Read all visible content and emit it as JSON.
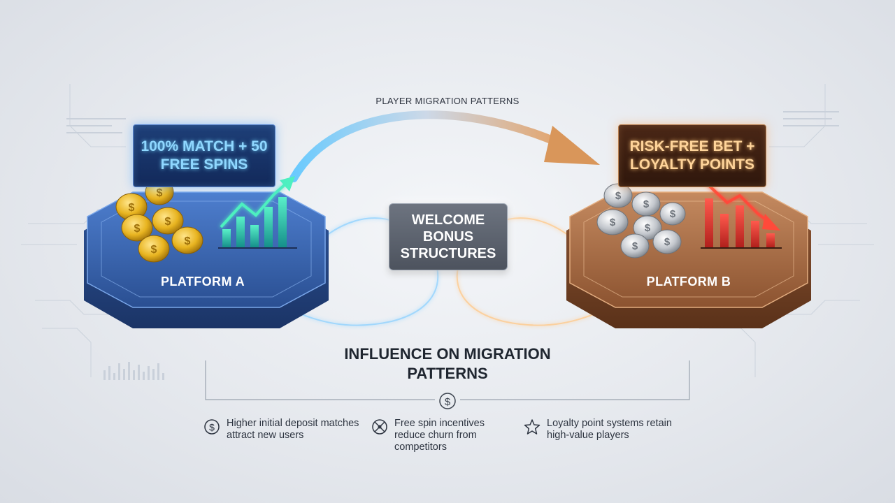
{
  "diagram": {
    "top_label": "PLAYER MIGRATION PATTERNS",
    "center_label": "WELCOME BONUS STRUCTURES",
    "influence_title": "INFLUENCE ON MIGRATION PATTERNS",
    "platform_a": {
      "label": "PLATFORM A",
      "bonus": "100% MATCH + 50 FREE SPINS",
      "color": "#2f5fae",
      "chart_trend": "up",
      "coin_type": "gold-coins-icon"
    },
    "platform_b": {
      "label": "PLATFORM B",
      "bonus": "RISK-FREE BET + LOYALTY POINTS",
      "color": "#9a5c36",
      "chart_trend": "down",
      "coin_type": "silver-coins-icon"
    },
    "features": [
      {
        "icon": "dollar-circle-icon",
        "text": "Higher initial deposit matches attract new users"
      },
      {
        "icon": "spin-wheel-icon",
        "text": "Free spin incentives reduce churn from competitors"
      },
      {
        "icon": "star-icon",
        "text": "Loyalty point systems retain high-value players"
      }
    ]
  }
}
